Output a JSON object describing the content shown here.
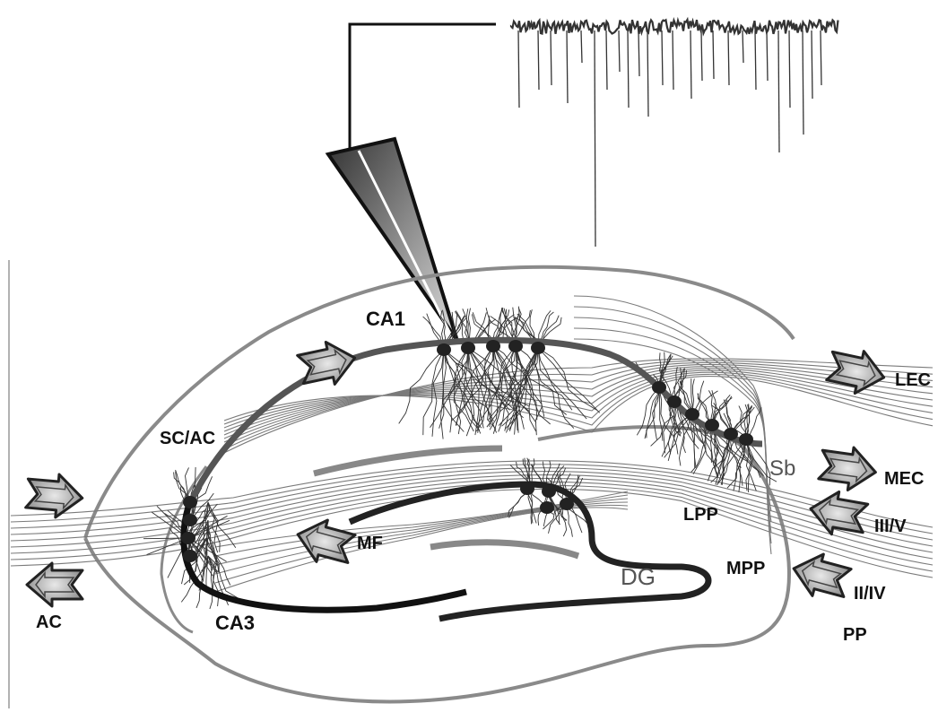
{
  "labels": {
    "ca1": "CA1",
    "ca3": "CA3",
    "sc_ac": "SC/AC",
    "ac": "AC",
    "lec": "LEC",
    "mec": "MEC",
    "iii_v": "III/V",
    "ii_iv": "II/IV",
    "pp": "PP",
    "lpp": "LPP",
    "mpp": "MPP",
    "mf": "MF",
    "dg": "DG",
    "sb": "Sb"
  },
  "colors": {
    "outline": "#8a8a8a",
    "pyramidal_layer": "#555555",
    "cells": "#222222",
    "fibers": "#7a7a7a",
    "arrow_fill": "#8f8f8f",
    "ink": "#111111"
  },
  "icons": {
    "pathway_arrow": "double-chevron-arrow",
    "electrode": "recording-pipette",
    "trace": "spontaneous-current-trace"
  }
}
